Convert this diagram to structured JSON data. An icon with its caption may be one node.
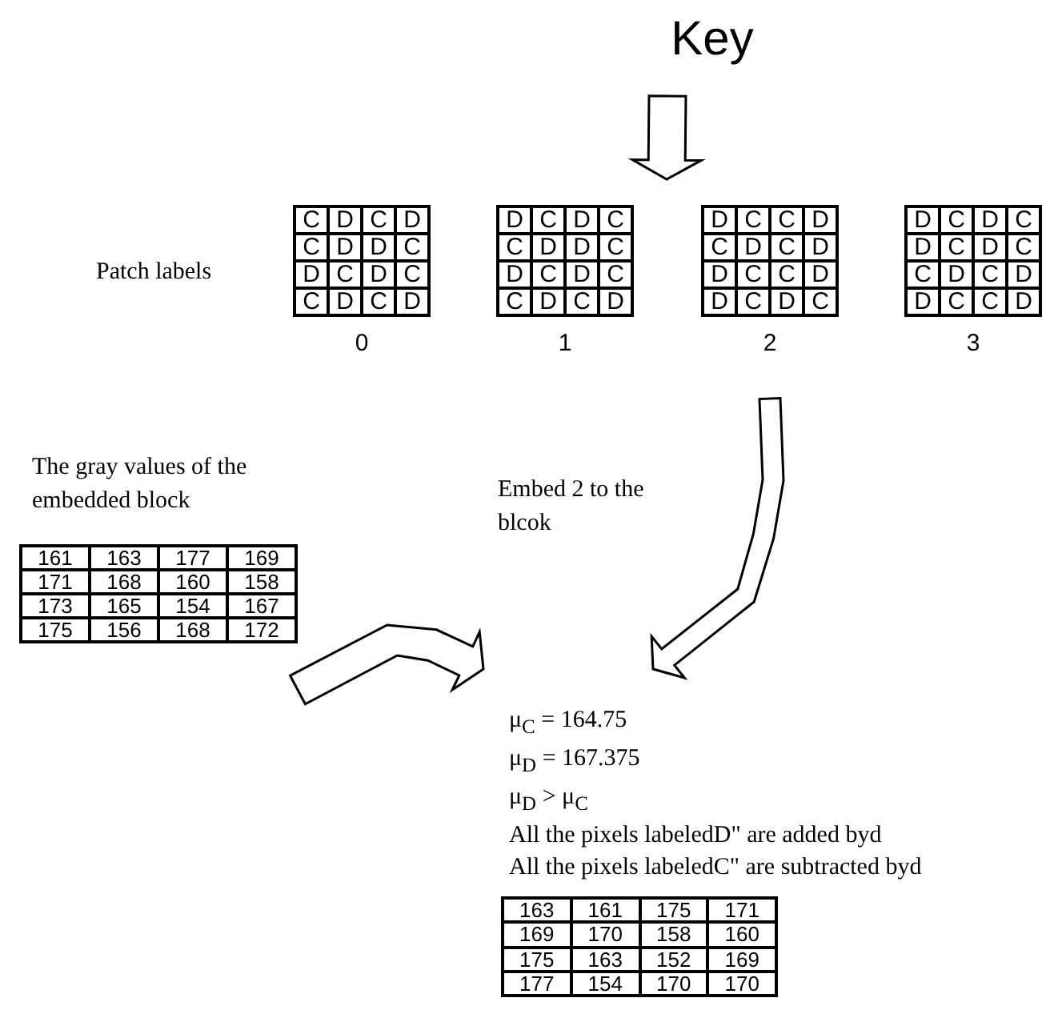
{
  "diagram": {
    "nodes": [
      {
        "text": [
          "Key"
        ]
      },
      {
        "text": [
          "C",
          "D",
          "C",
          "D",
          "C",
          "D",
          "D",
          "C",
          "D",
          "C",
          "D",
          "C",
          "C",
          "D",
          "C",
          "D"
        ],
        "beside": [
          "0"
        ]
      },
      {
        "text": [
          "D",
          "C",
          "D",
          "C",
          "C",
          "D",
          "D",
          "C",
          "D",
          "C",
          "D",
          "C",
          "C",
          "D",
          "C",
          "D"
        ],
        "beside": [
          "1"
        ]
      },
      {
        "text": [
          "D",
          "C",
          "C",
          "D",
          "C",
          "D",
          "C",
          "D",
          "D",
          "C",
          "C",
          "D",
          "D",
          "C",
          "D",
          "C"
        ],
        "beside": [
          "2"
        ]
      },
      {
        "text": [
          "D",
          "C",
          "D",
          "C",
          "D",
          "C",
          "D",
          "C",
          "C",
          "D",
          "C",
          "D",
          "D",
          "C",
          "C",
          "D"
        ],
        "beside": [
          "3"
        ]
      },
      {
        "text": [
          "161",
          "163",
          "177",
          "169",
          "171",
          "168",
          "160",
          "158",
          "173",
          "165",
          "154",
          "167",
          "175",
          "156",
          "168",
          "172"
        ],
        "beside": [
          "The gray values of the embedded block"
        ]
      },
      {
        "text": [
          "μ$_{C}$ = 164.75",
          "μ$_{D}$ = 167.375",
          "μ$_{D}$ > μ$_{C}$",
          "All the pixels labeledD\" are added byd",
          "All the pixels labeledC\" are subtracted byd"
        ]
      },
      {
        "text": [
          "163",
          "161",
          "175",
          "171",
          "169",
          "170",
          "158",
          "160",
          "175",
          "163",
          "152",
          "169",
          "177",
          "154",
          "170",
          "170"
        ]
      }
    ],
    "edges": [
      {
        "from": 0,
        "to": null,
        "arrow": "to"
      },
      {
        "from": 3,
        "to": 6,
        "arrow": "to",
        "label": "Embed 2 to the blcok"
      },
      {
        "from": 5,
        "to": 6,
        "arrow": "to"
      }
    ],
    "labels": [
      "Patch labels"
    ]
  }
}
